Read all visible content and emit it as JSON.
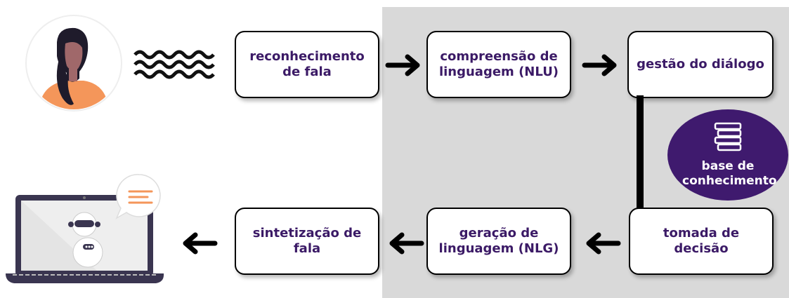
{
  "nodes": {
    "asr": "reconhecimento de fala",
    "nlu": "compreensão de linguagem (NLU)",
    "dm": "gestão do diálogo",
    "decision": "tomada de decisão",
    "nlg": "geração de linguagem (NLG)",
    "tts": "sintetização de fala"
  },
  "knowledge_base": "base de conhecimento",
  "icons": [
    "user-avatar",
    "sound-wave-icon",
    "books-icon",
    "laptop-robot-icon",
    "chat-bubble-icon",
    "arrow-right",
    "arrow-left"
  ],
  "colors": {
    "text_purple": "#3b1a66",
    "kb_purple": "#3f1a6e",
    "panel_gray": "#d9d9d9",
    "avatar_shirt": "#f4965a"
  }
}
